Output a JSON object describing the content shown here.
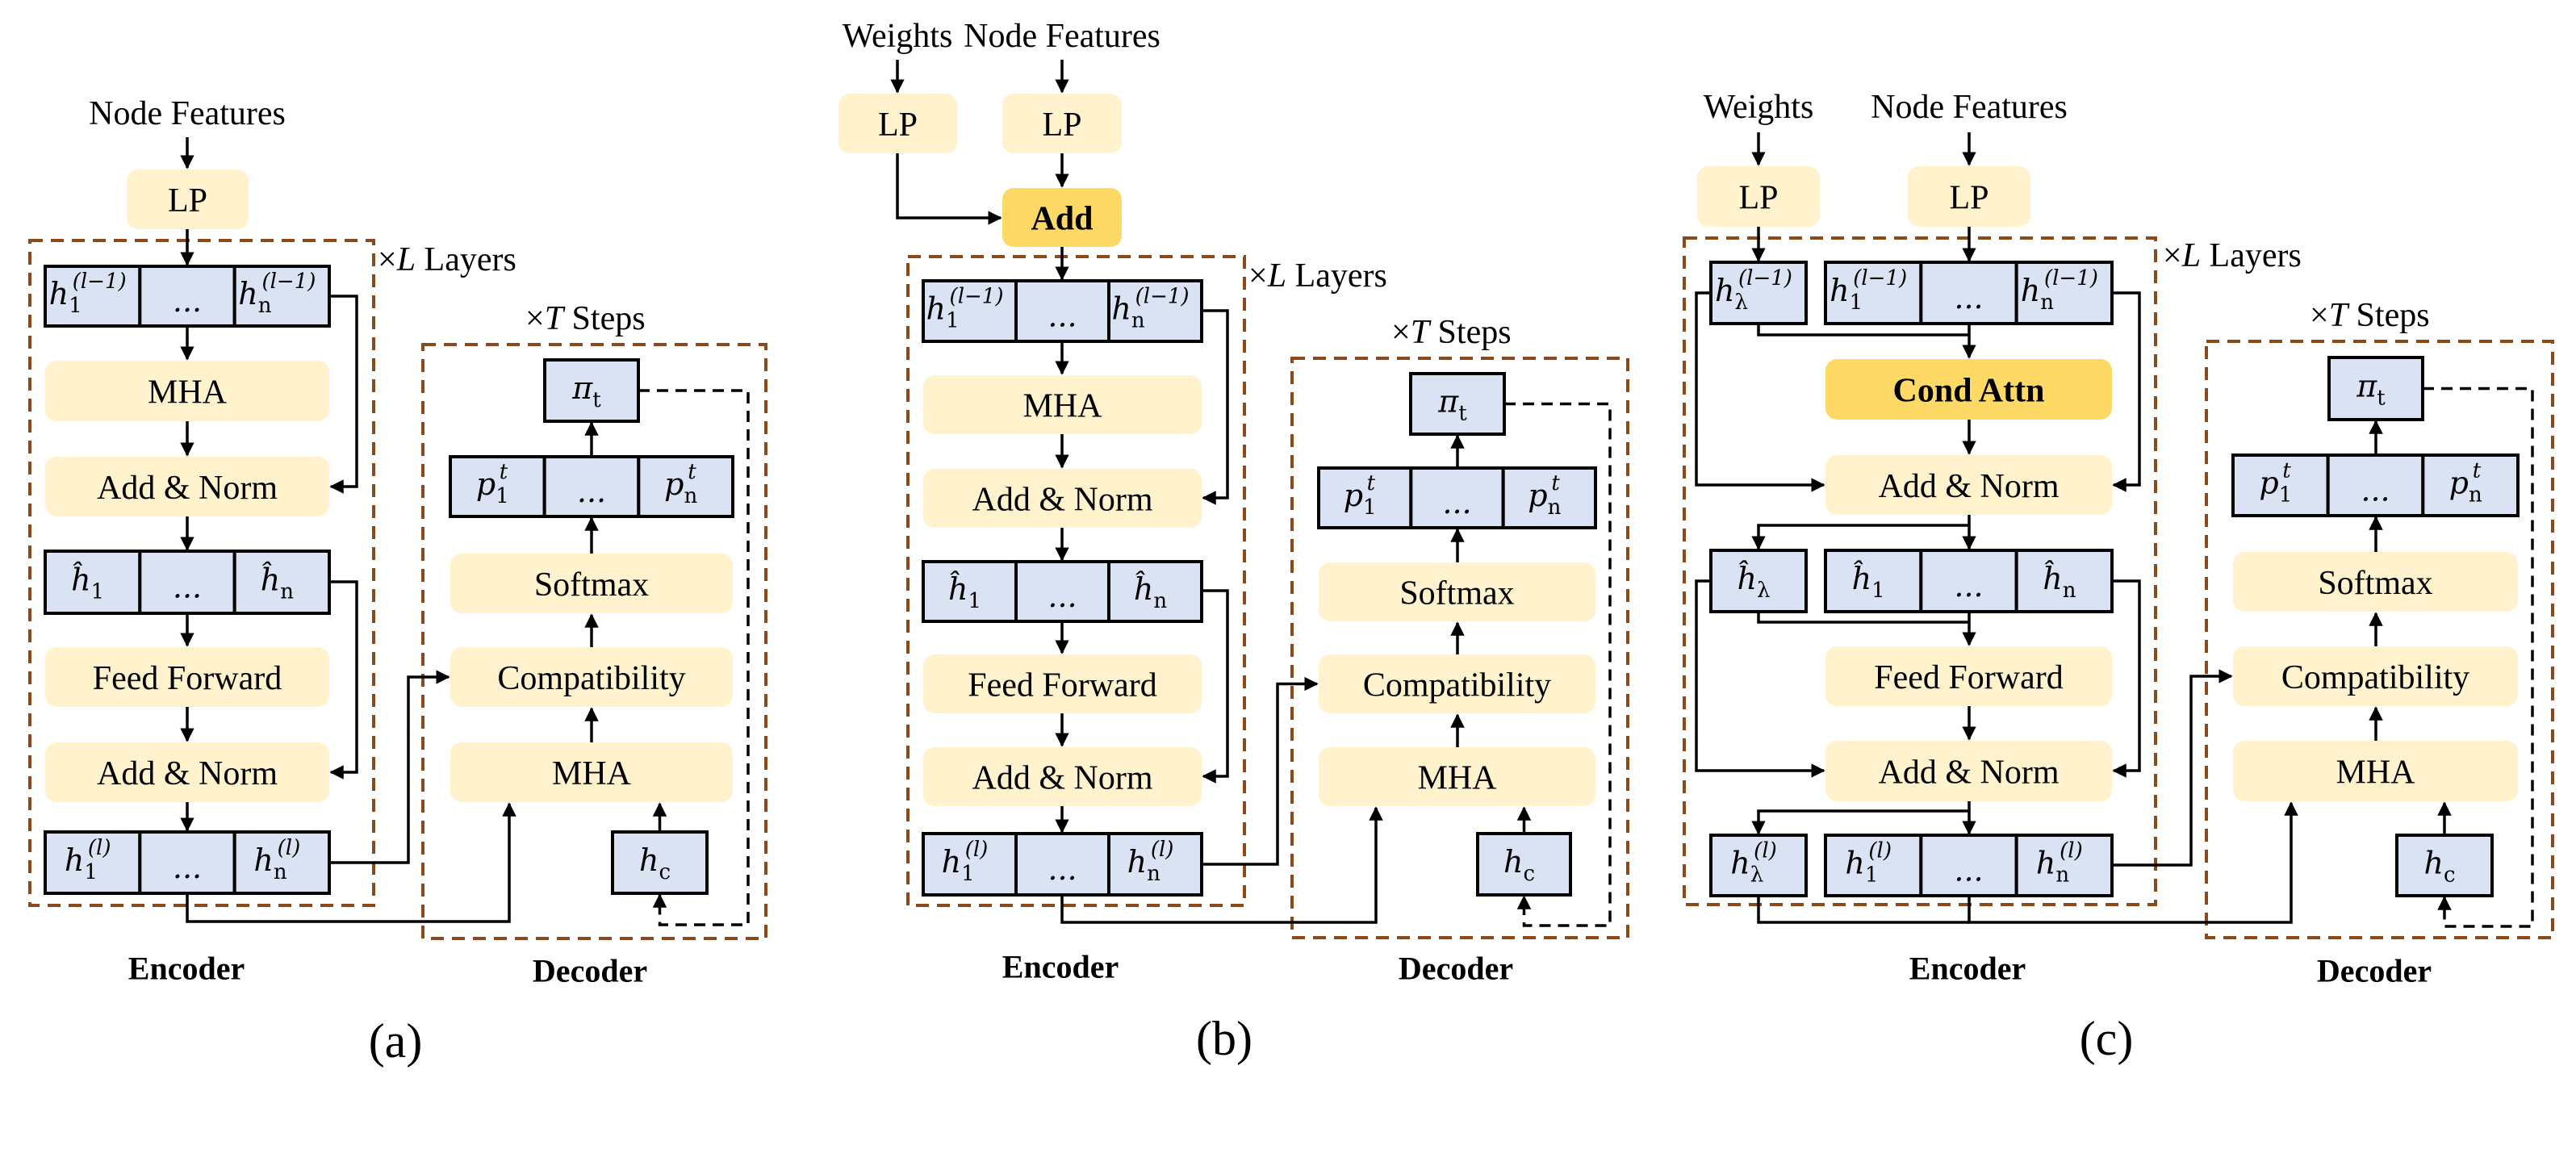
{
  "figure": {
    "panels": [
      {
        "id": "a",
        "caption": "(a)",
        "inputs": [
          {
            "label": "Node Features",
            "projection": "LP"
          }
        ],
        "encoder": {
          "label": "Encoder",
          "repeat": "×L Layers",
          "repeat_prefix": "×",
          "repeat_var": "L",
          "repeat_word": "Layers",
          "blocks": [
            "MHA",
            "Add & Norm",
            "Feed Forward",
            "Add & Norm"
          ],
          "rows": [
            {
              "cells": [
                {
                  "base": "h",
                  "sub": "1",
                  "sup": "(l−1)"
                },
                {
                  "text": "..."
                },
                {
                  "base": "h",
                  "sub": "n",
                  "sup": "(l−1)"
                }
              ]
            },
            {
              "cells": [
                {
                  "base": "ĥ",
                  "sub": "1"
                },
                {
                  "text": "..."
                },
                {
                  "base": "ĥ",
                  "sub": "n"
                }
              ]
            },
            {
              "cells": [
                {
                  "base": "h",
                  "sub": "1",
                  "sup": "(l)"
                },
                {
                  "text": "..."
                },
                {
                  "base": "h",
                  "sub": "n",
                  "sup": "(l)"
                }
              ]
            }
          ]
        },
        "decoder": {
          "label": "Decoder",
          "repeat_prefix": "×",
          "repeat_var": "T",
          "repeat_word": "Steps",
          "output": {
            "base": "π",
            "sub": "t"
          },
          "probs": [
            {
              "base": "p",
              "sub": "1",
              "sup": "t"
            },
            {
              "text": "..."
            },
            {
              "base": "p",
              "sub": "n",
              "sup": "t"
            }
          ],
          "blocks": [
            "Softmax",
            "Compatibility",
            "MHA"
          ],
          "context": {
            "base": "h",
            "sub": "c"
          }
        }
      },
      {
        "id": "b",
        "caption": "(b)",
        "inputs": [
          {
            "label": "Weights",
            "projection": "LP"
          },
          {
            "label": "Node Features",
            "projection": "LP"
          }
        ],
        "fusion": "Add",
        "encoder": {
          "label": "Encoder",
          "repeat_prefix": "×",
          "repeat_var": "L",
          "repeat_word": "Layers",
          "blocks": [
            "MHA",
            "Add & Norm",
            "Feed Forward",
            "Add & Norm"
          ],
          "rows": [
            {
              "cells": [
                {
                  "base": "h",
                  "sub": "1",
                  "sup": "(l−1)"
                },
                {
                  "text": "..."
                },
                {
                  "base": "h",
                  "sub": "n",
                  "sup": "(l−1)"
                }
              ]
            },
            {
              "cells": [
                {
                  "base": "ĥ",
                  "sub": "1"
                },
                {
                  "text": "..."
                },
                {
                  "base": "ĥ",
                  "sub": "n"
                }
              ]
            },
            {
              "cells": [
                {
                  "base": "h",
                  "sub": "1",
                  "sup": "(l)"
                },
                {
                  "text": "..."
                },
                {
                  "base": "h",
                  "sub": "n",
                  "sup": "(l)"
                }
              ]
            }
          ]
        },
        "decoder": {
          "label": "Decoder",
          "repeat_prefix": "×",
          "repeat_var": "T",
          "repeat_word": "Steps",
          "output": {
            "base": "π",
            "sub": "t"
          },
          "probs": [
            {
              "base": "p",
              "sub": "1",
              "sup": "t"
            },
            {
              "text": "..."
            },
            {
              "base": "p",
              "sub": "n",
              "sup": "t"
            }
          ],
          "blocks": [
            "Softmax",
            "Compatibility",
            "MHA"
          ],
          "context": {
            "base": "h",
            "sub": "c"
          }
        }
      },
      {
        "id": "c",
        "caption": "(c)",
        "inputs": [
          {
            "label": "Weights",
            "projection": "LP"
          },
          {
            "label": "Node Features",
            "projection": "LP"
          }
        ],
        "encoder": {
          "label": "Encoder",
          "repeat_prefix": "×",
          "repeat_var": "L",
          "repeat_word": "Layers",
          "blocks": [
            "Cond Attn",
            "Add & Norm",
            "Feed Forward",
            "Add & Norm"
          ],
          "lambda_cells": [
            {
              "base": "h",
              "sub": "λ",
              "sup": "(l−1)"
            },
            {
              "base": "ĥ",
              "sub": "λ"
            },
            {
              "base": "h",
              "sub": "λ",
              "sup": "(l)"
            }
          ],
          "rows": [
            {
              "cells": [
                {
                  "base": "h",
                  "sub": "1",
                  "sup": "(l−1)"
                },
                {
                  "text": "..."
                },
                {
                  "base": "h",
                  "sub": "n",
                  "sup": "(l−1)"
                }
              ]
            },
            {
              "cells": [
                {
                  "base": "ĥ",
                  "sub": "1"
                },
                {
                  "text": "..."
                },
                {
                  "base": "ĥ",
                  "sub": "n"
                }
              ]
            },
            {
              "cells": [
                {
                  "base": "h",
                  "sub": "1",
                  "sup": "(l)"
                },
                {
                  "text": "..."
                },
                {
                  "base": "h",
                  "sub": "n",
                  "sup": "(l)"
                }
              ]
            }
          ]
        },
        "decoder": {
          "label": "Decoder",
          "repeat_prefix": "×",
          "repeat_var": "T",
          "repeat_word": "Steps",
          "output": {
            "base": "π",
            "sub": "t"
          },
          "probs": [
            {
              "base": "p",
              "sub": "1",
              "sup": "t"
            },
            {
              "text": "..."
            },
            {
              "base": "p",
              "sub": "n",
              "sup": "t"
            }
          ],
          "blocks": [
            "Softmax",
            "Compatibility",
            "MHA"
          ],
          "context": {
            "base": "h",
            "sub": "c"
          }
        }
      }
    ],
    "colors": {
      "block_light": "#FFF2CC",
      "block_highlight": "#FFD966",
      "cell": "#DAE3F3",
      "group_dash": "#8B4A1C",
      "line": "#000000"
    }
  }
}
